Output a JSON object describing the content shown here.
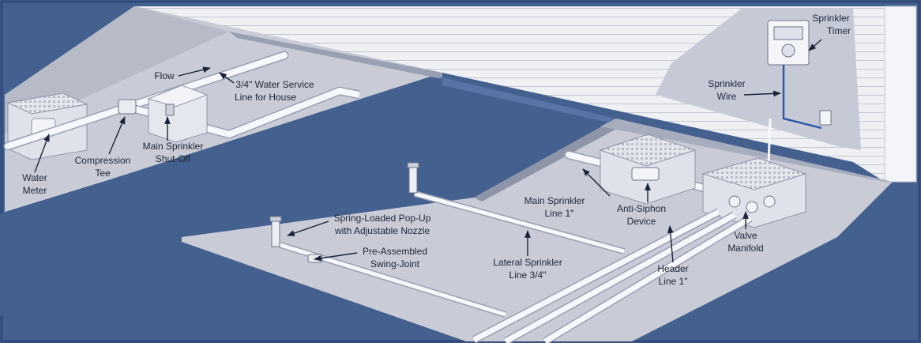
{
  "labels": {
    "flow": "Flow",
    "water_service_1": "3/4\" Water Service",
    "water_service_2": "Line for House",
    "compression_tee_1": "Compression",
    "compression_tee_2": "Tee",
    "water_meter_1": "Water",
    "water_meter_2": "Meter",
    "main_shutoff_1": "Main Sprinkler",
    "main_shutoff_2": "Shut-Off",
    "sprinkler_timer_1": "Sprinkler",
    "sprinkler_timer_2": "Timer",
    "sprinkler_wire_1": "Sprinkler",
    "sprinkler_wire_2": "Wire",
    "main_line_1": "Main Sprinkler",
    "main_line_2": "Line 1\"",
    "anti_siphon_1": "Anti-Siphon",
    "anti_siphon_2": "Device",
    "popup_1": "Spring-Loaded Pop-Up",
    "popup_2": "with Adjustable Nozzle",
    "swing_joint_1": "Pre-Assembled",
    "swing_joint_2": "Swing-Joint",
    "lateral_1": "Lateral Sprinkler",
    "lateral_2": "Line 3/4\"",
    "header_1": "Header",
    "header_2": "Line 1\"",
    "valve_manifold_1": "Valve",
    "valve_manifold_2": "Manifold"
  },
  "colors": {
    "border": "#4a6aa0",
    "lawn_dark": "#44608f",
    "ground_light": "#c9ccd6",
    "ground_mid": "#b9bdca",
    "trench_wall": "#8f95a8",
    "house_siding": "#eceef3",
    "house_shadow": "#d3d6df",
    "pipe": "#f7f8fb",
    "pipe_edge": "#9aa0b3",
    "box": "#dfe2ea",
    "text": "#1b2438",
    "wire": "#2f5aa8"
  },
  "icons": [
    "water-meter-icon",
    "valve-box-icon",
    "sprinkler-timer-icon",
    "sprinkler-head-icon",
    "outlet-icon"
  ]
}
